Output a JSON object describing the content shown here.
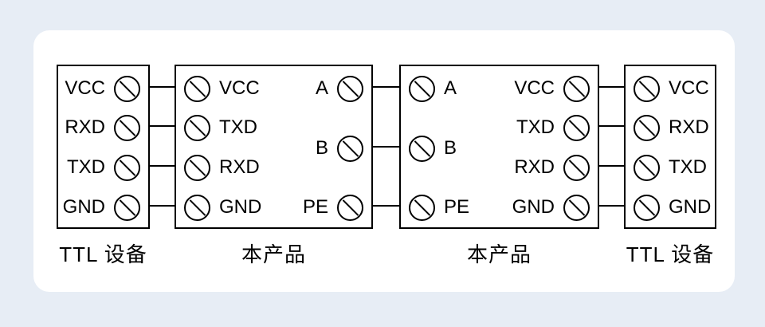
{
  "page": {
    "background_color": "#e7edf5",
    "card_color": "#ffffff",
    "line_color": "#000000"
  },
  "diagram": {
    "boxes": [
      {
        "id": "ttl-left",
        "caption": "TTL 设备",
        "terminals": [
          "VCC",
          "RXD",
          "TXD",
          "GND"
        ]
      },
      {
        "id": "product-left",
        "caption": "本产品",
        "left_terminals": [
          "VCC",
          "TXD",
          "RXD",
          "GND"
        ],
        "right_terminals": [
          "A",
          "B",
          "PE"
        ]
      },
      {
        "id": "product-right",
        "caption": "本产品",
        "left_terminals": [
          "A",
          "B",
          "PE"
        ],
        "right_terminals": [
          "VCC",
          "TXD",
          "RXD",
          "GND"
        ]
      },
      {
        "id": "ttl-right",
        "caption": "TTL 设备",
        "terminals": [
          "VCC",
          "RXD",
          "TXD",
          "GND"
        ]
      }
    ],
    "connections": {
      "ttl_left_to_product_left": [
        [
          "VCC",
          "VCC"
        ],
        [
          "RXD",
          "TXD"
        ],
        [
          "TXD",
          "RXD"
        ],
        [
          "GND",
          "GND"
        ]
      ],
      "product_left_to_product_right": [
        [
          "A",
          "A"
        ],
        [
          "B",
          "B"
        ],
        [
          "PE",
          "PE"
        ]
      ],
      "product_right_to_ttl_right": [
        [
          "VCC",
          "VCC"
        ],
        [
          "TXD",
          "RXD"
        ],
        [
          "RXD",
          "TXD"
        ],
        [
          "GND",
          "GND"
        ]
      ]
    }
  }
}
